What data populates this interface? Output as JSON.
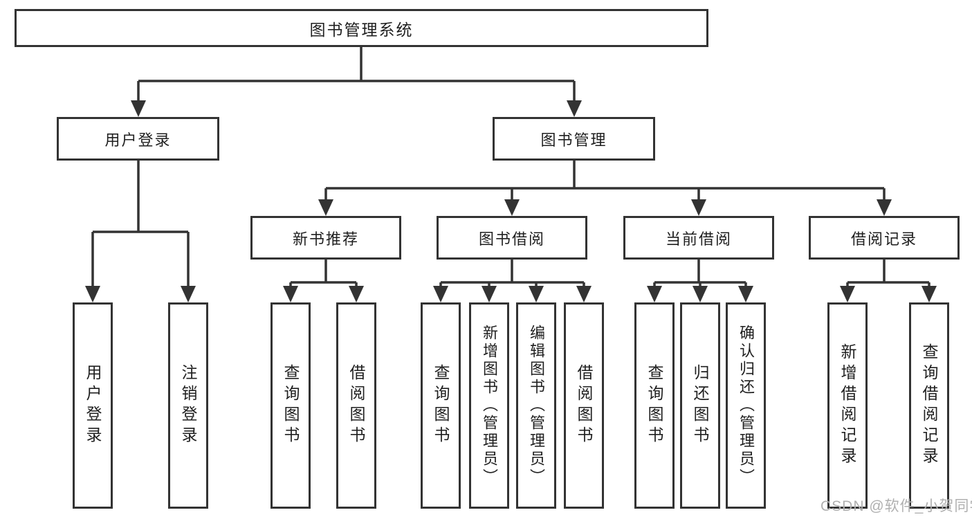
{
  "tree": {
    "root": {
      "label": "图书管理系统",
      "children": [
        {
          "label": "用户登录",
          "children": [
            {
              "label": "用户登录"
            },
            {
              "label": "注销登录"
            }
          ]
        },
        {
          "label": "图书管理",
          "children": [
            {
              "label": "新书推荐",
              "children": [
                {
                  "label": "查询图书"
                },
                {
                  "label": "借阅图书"
                }
              ]
            },
            {
              "label": "图书借阅",
              "children": [
                {
                  "label": "查询图书"
                },
                {
                  "label": "新增图书（管理员）"
                },
                {
                  "label": "编辑图书（管理员）"
                },
                {
                  "label": "借阅图书"
                }
              ]
            },
            {
              "label": "当前借阅",
              "children": [
                {
                  "label": "查询图书"
                },
                {
                  "label": "归还图书"
                },
                {
                  "label": "确认归还（管理员）"
                }
              ]
            },
            {
              "label": "借阅记录",
              "children": [
                {
                  "label": "新增借阅记录"
                },
                {
                  "label": "查询借阅记录"
                }
              ]
            }
          ]
        }
      ]
    }
  },
  "watermark": "CSDN @软件_小贺同学",
  "colors": {
    "line": "#333333",
    "box_border": "#333333",
    "text": "#1f1f1f",
    "watermark": "#b0b0b0",
    "background": "#ffffff"
  }
}
